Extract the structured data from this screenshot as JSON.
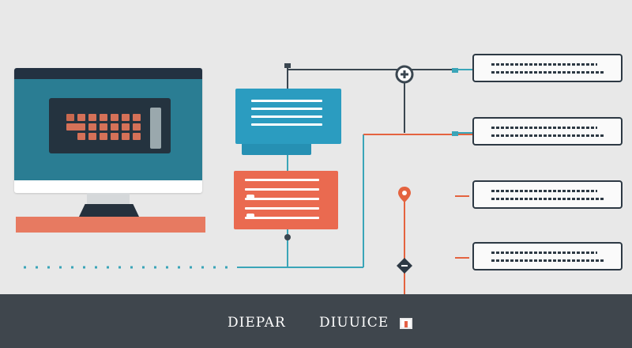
{
  "footer": {
    "left_label": "DIEPAR",
    "right_label": "DIUUICE"
  },
  "colors": {
    "background": "#e8e8e8",
    "navy": "#233141",
    "teal": "#2a7d93",
    "blue_card": "#2b9cc0",
    "orange_card": "#ea6a50",
    "connector_dark": "#3a4650",
    "connector_orange": "#e4633f",
    "connector_teal": "#3aa5b8",
    "footer": "#3f464d"
  },
  "icons": {
    "top_node": "lock-junction-icon",
    "orange_marker": "location-pin-icon",
    "bottom_node": "diamond-node-icon",
    "footer_icon": "square-badge-icon"
  },
  "output_boxes": [
    {
      "name": "output-box-1"
    },
    {
      "name": "output-box-2"
    },
    {
      "name": "output-box-3"
    },
    {
      "name": "output-box-4"
    }
  ]
}
